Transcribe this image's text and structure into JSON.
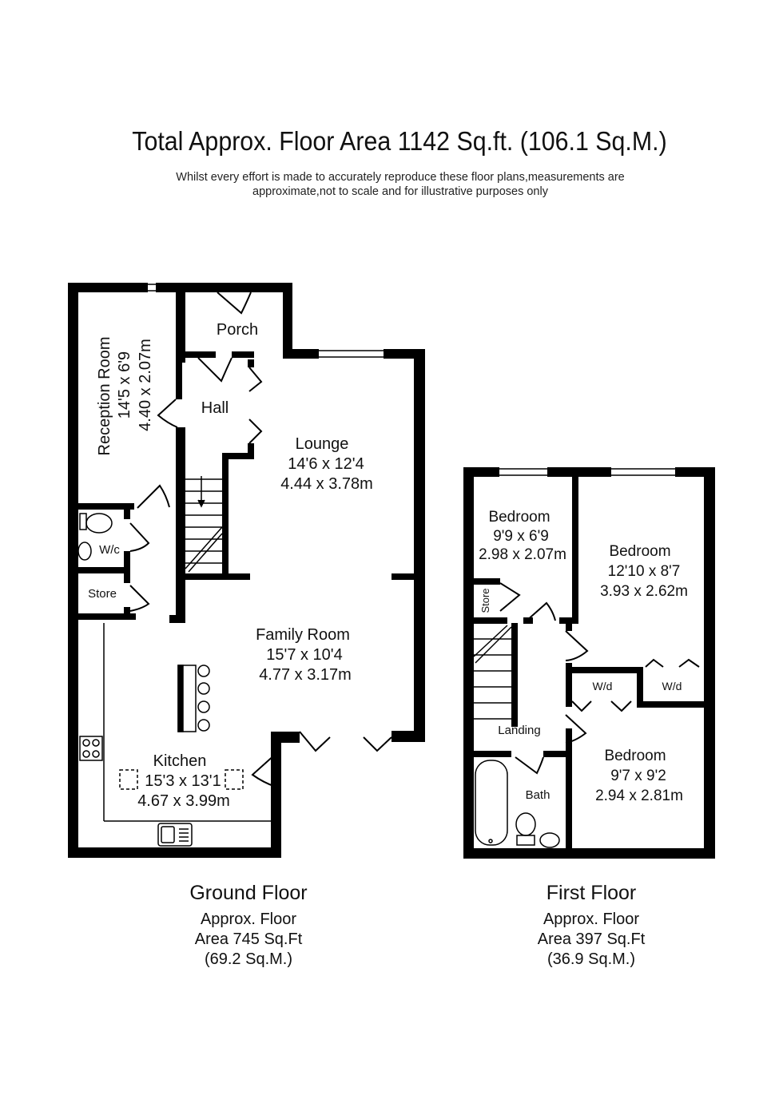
{
  "header": {
    "title": "Total Approx. Floor Area 1142 Sq.ft. (106.1 Sq.M.)",
    "disclaimer_line1": "Whilst every effort is made to accurately reproduce these floor plans,measurements are",
    "disclaimer_line2": "approximate,not to scale and for illustrative purposes only"
  },
  "ground_floor": {
    "name": "Ground Floor",
    "area_line1": "Approx. Floor",
    "area_line2": "Area 745 Sq.Ft",
    "area_line3": "(69.2 Sq.M.)",
    "rooms": {
      "reception": {
        "name": "Reception Room",
        "imperial": "14'5 x 6'9",
        "metric": "4.40 x 2.07m"
      },
      "porch": {
        "name": "Porch"
      },
      "hall": {
        "name": "Hall"
      },
      "lounge": {
        "name": "Lounge",
        "imperial": "14'6 x 12'4",
        "metric": "4.44 x 3.78m"
      },
      "wc": {
        "name": "W/c"
      },
      "store": {
        "name": "Store"
      },
      "family": {
        "name": "Family Room",
        "imperial": "15'7 x 10'4",
        "metric": "4.77 x 3.17m"
      },
      "kitchen": {
        "name": "Kitchen",
        "imperial": "15'3 x 13'1",
        "metric": "4.67 x 3.99m"
      }
    }
  },
  "first_floor": {
    "name": "First Floor",
    "area_line1": "Approx. Floor",
    "area_line2": "Area 397 Sq.Ft",
    "area_line3": "(36.9 Sq.M.)",
    "rooms": {
      "bedroom1": {
        "name": "Bedroom",
        "imperial": "9'9 x 6'9",
        "metric": "2.98 x 2.07m"
      },
      "bedroom2": {
        "name": "Bedroom",
        "imperial": "12'10 x 8'7",
        "metric": "3.93 x 2.62m"
      },
      "bedroom3": {
        "name": "Bedroom",
        "imperial": "9'7 x 9'2",
        "metric": "2.94 x 2.81m"
      },
      "store": {
        "name": "Store"
      },
      "wd1": {
        "name": "W/d"
      },
      "wd2": {
        "name": "W/d"
      },
      "landing": {
        "name": "Landing"
      },
      "bath": {
        "name": "Bath"
      }
    }
  }
}
